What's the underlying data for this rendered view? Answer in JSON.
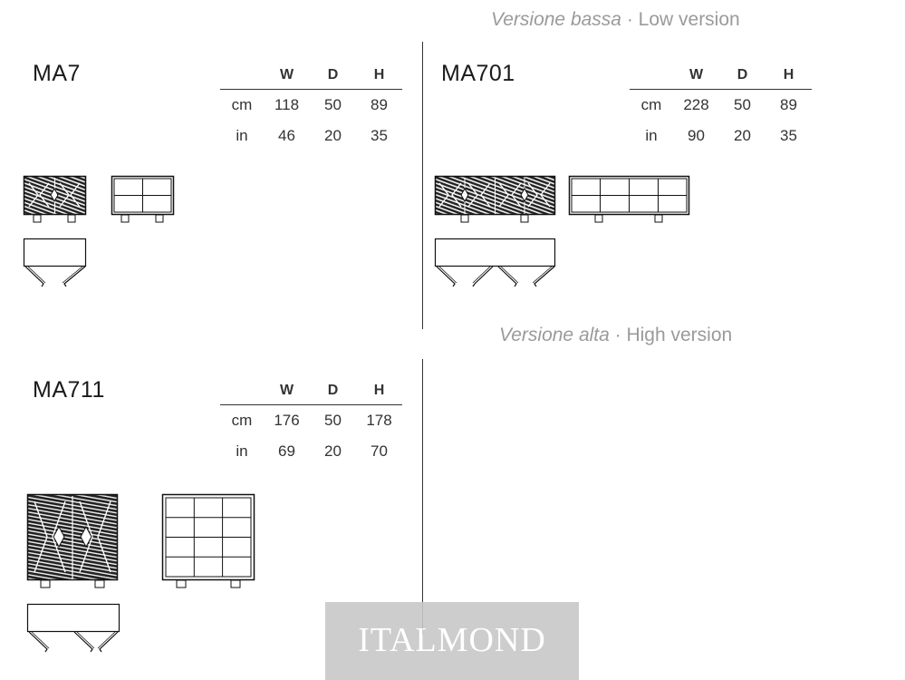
{
  "low_section": {
    "title_it": "Versione bassa",
    "separator": " · ",
    "title_en": "Low version"
  },
  "high_section": {
    "title_it": "Versione alta",
    "separator": " · ",
    "title_en": "High version"
  },
  "header": {
    "w": "W",
    "d": "D",
    "h": "H"
  },
  "models": [
    {
      "name": "MA7",
      "rows": [
        {
          "unit": "cm",
          "w": "118",
          "d": "50",
          "h": "89"
        },
        {
          "unit": "in",
          "w": "46",
          "d": "20",
          "h": "35"
        }
      ]
    },
    {
      "name": "MA701",
      "rows": [
        {
          "unit": "cm",
          "w": "228",
          "d": "50",
          "h": "89"
        },
        {
          "unit": "in",
          "w": "90",
          "d": "20",
          "h": "35"
        }
      ]
    },
    {
      "name": "MA711",
      "rows": [
        {
          "unit": "cm",
          "w": "176",
          "d": "50",
          "h": "178"
        },
        {
          "unit": "in",
          "w": "69",
          "d": "20",
          "h": "70"
        }
      ]
    }
  ],
  "watermark": "ITALMOND"
}
